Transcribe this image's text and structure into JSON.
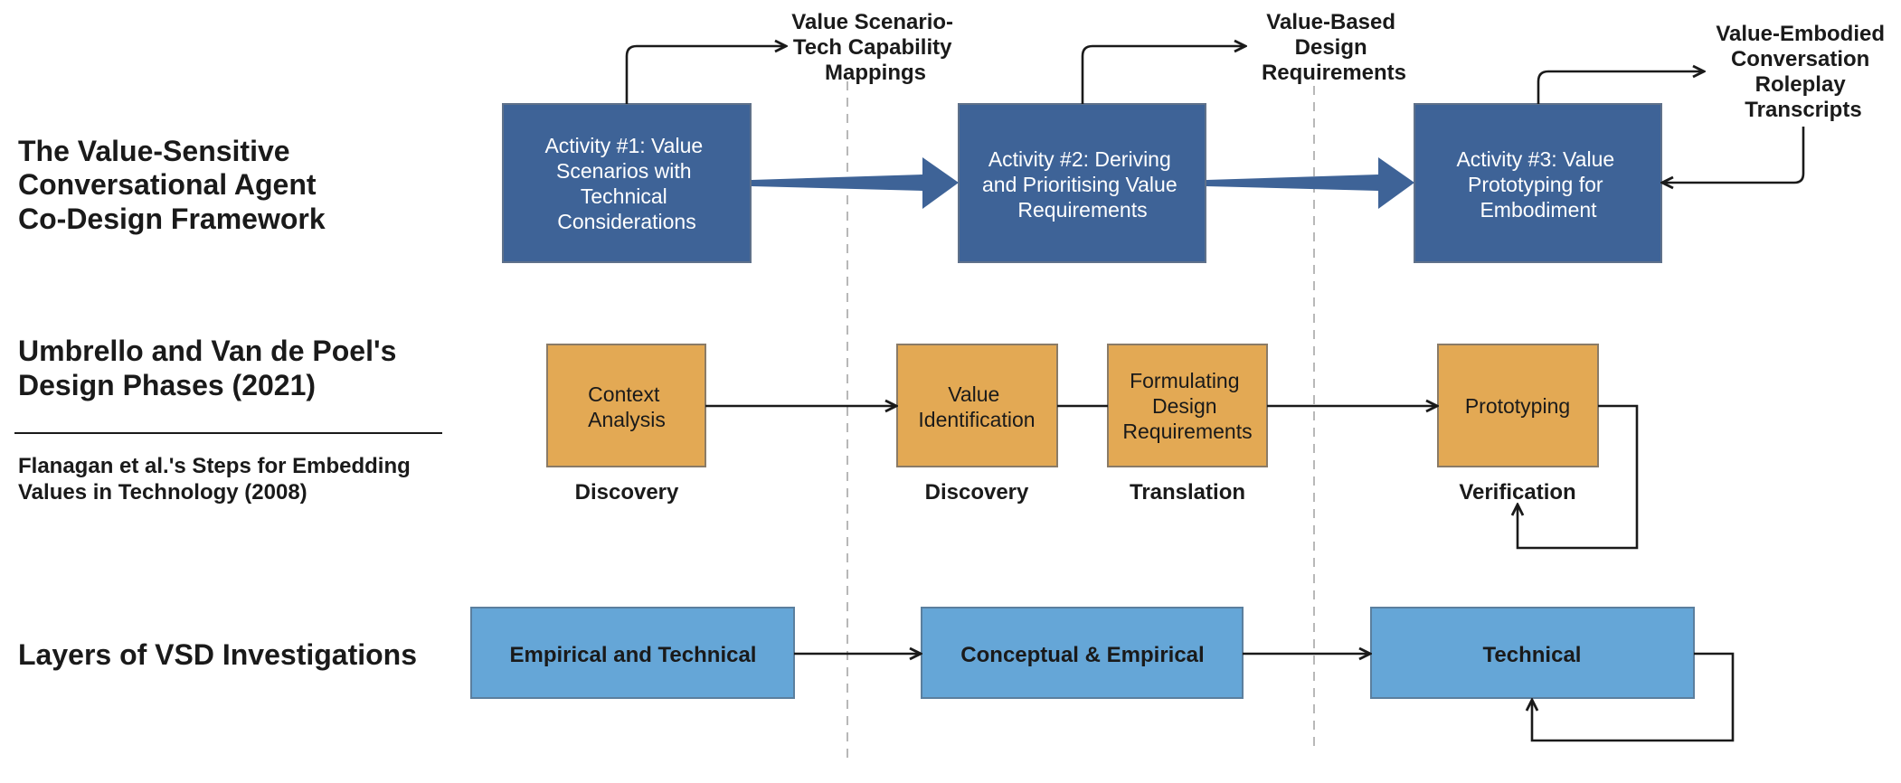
{
  "row_labels": {
    "framework": [
      "The Value-Sensitive",
      "Conversational Agent",
      "Co-Design Framework"
    ],
    "design_phases": [
      "Umbrello and Van de Poel's",
      "Design Phases (2021)"
    ],
    "embedding_steps": [
      "Flanagan et al.'s Steps for Embedding",
      "Values in Technology (2008)"
    ],
    "vsd_layers": "Layers of VSD Investigations"
  },
  "framework": {
    "activities": [
      {
        "lines": [
          "Activity #1: Value",
          "Scenarios with",
          "Technical",
          "Considerations"
        ],
        "output": [
          "Value Scenario-",
          "Tech Capability",
          "Mappings"
        ]
      },
      {
        "lines": [
          "Activity #2: Deriving",
          "and Prioritising Value",
          "Requirements"
        ],
        "output": [
          "Value-Based",
          "Design",
          "Requirements"
        ]
      },
      {
        "lines": [
          "Activity #3: Value",
          "Prototyping for",
          "Embodiment"
        ],
        "output": [
          "Value-Embodied",
          "Conversation",
          "Roleplay",
          "Transcripts"
        ]
      }
    ]
  },
  "design_phases": [
    {
      "lines": [
        "Context",
        "Analysis"
      ],
      "step": "Discovery"
    },
    {
      "lines": [
        "Value",
        "Identification"
      ],
      "step": "Discovery"
    },
    {
      "lines": [
        "Formulating",
        "Design",
        "Requirements"
      ],
      "step": "Translation"
    },
    {
      "lines": [
        "Prototyping"
      ],
      "step": "Verification"
    }
  ],
  "vsd_layers": [
    "Empirical and Technical",
    "Conceptual & Empirical",
    "Technical"
  ],
  "colors": {
    "activity_box": "#3E6397",
    "design_phase_box": "#E3A954",
    "vsd_layer_box": "#65A6D7",
    "text": "#1A1A1A",
    "activity_text": "#FFFFFF",
    "divider": "#B8B8B8"
  }
}
